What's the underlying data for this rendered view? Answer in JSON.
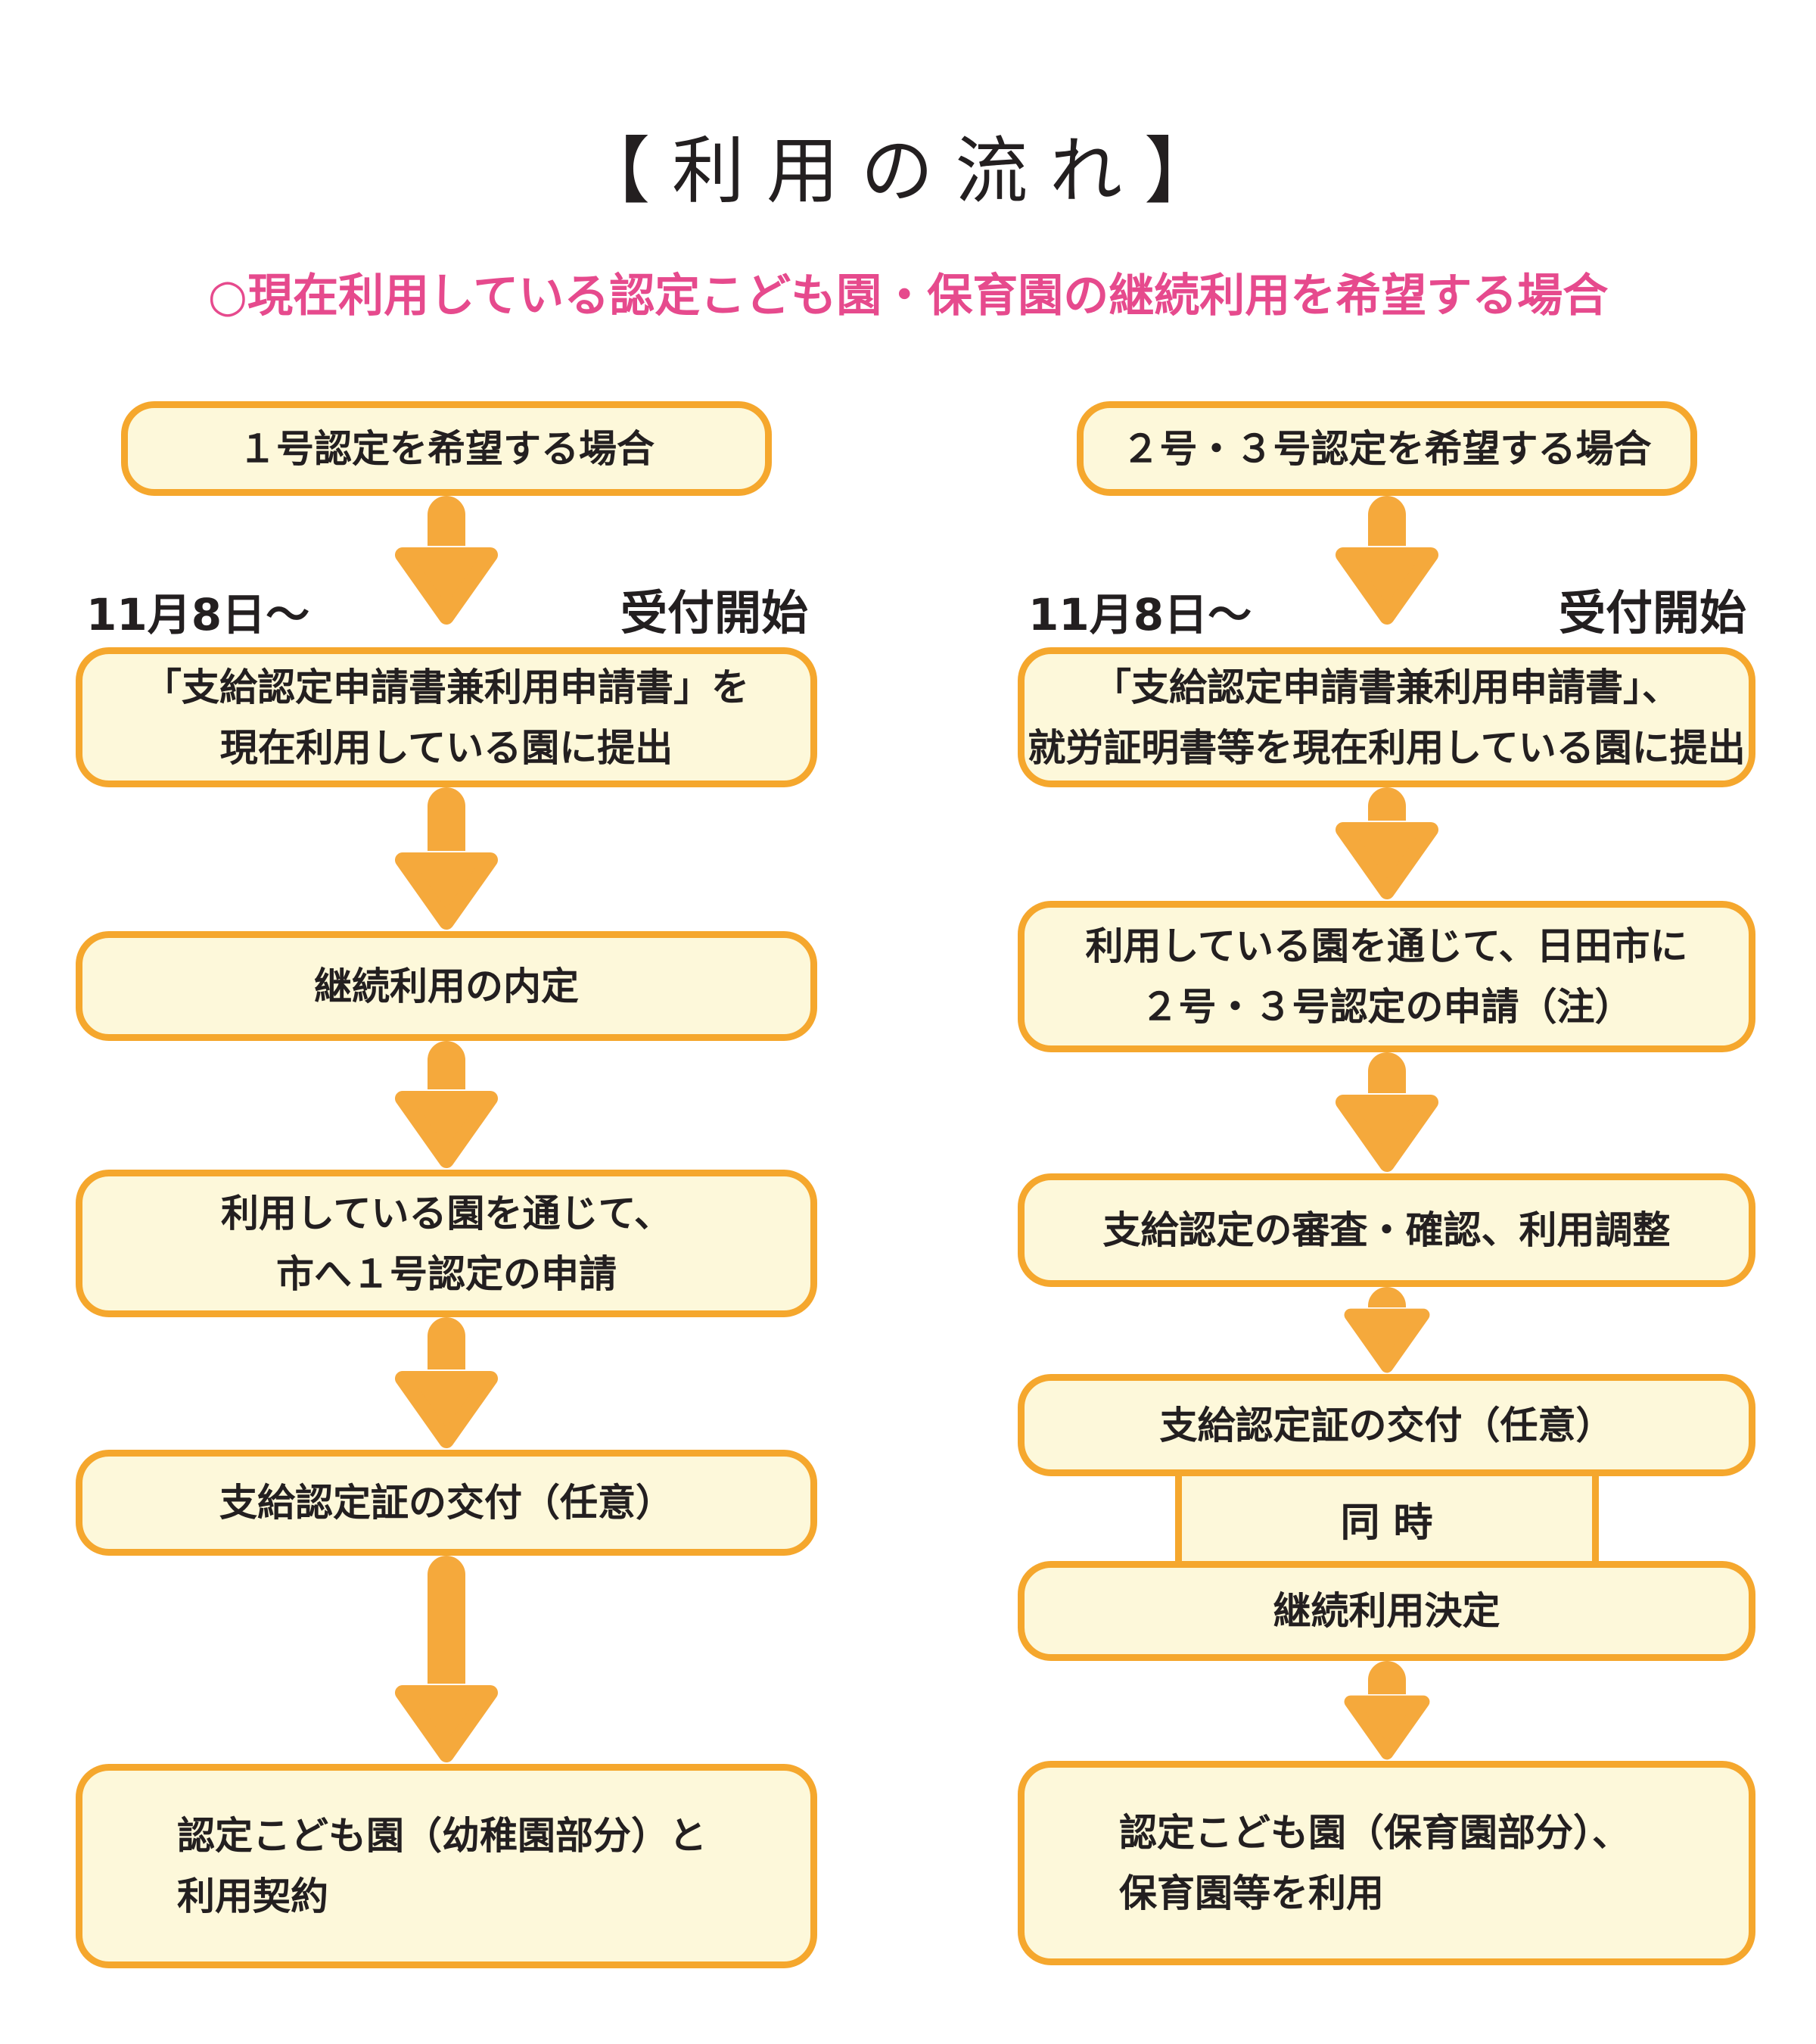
{
  "title": "【利用の流れ】",
  "subtitle": "○現在利用している認定こども園・保育園の継続利用を希望する場合",
  "colors": {
    "box_border_orange": "#f5a72d",
    "box_fill_yellow": "#fdf8da",
    "arrow_orange": "#f5a93c",
    "subtitle_pink": "#e64a8d",
    "text_black": "#231f20"
  },
  "left": {
    "start_box": "１号認定を希望する場合",
    "date": "11月8日～",
    "accept": "受付開始",
    "box2_line1": "「支給認定申請書兼利用申請書」を",
    "box2_line2": "現在利用している園に提出",
    "box3": "継続利用の内定",
    "box4_line1": "利用している園を通じて、",
    "box4_line2": "市へ１号認定の申請",
    "box5": "支給認定証の交付（任意）",
    "box6_line1": "認定こども園（幼稚園部分）と",
    "box6_line2": "利用契約"
  },
  "right": {
    "start_box": "２号・３号認定を希望する場合",
    "date": "11月8日～",
    "accept": "受付開始",
    "box2_line1": "「支給認定申請書兼利用申請書」、",
    "box2_line2": "就労証明書等を現在利用している園に提出",
    "box3_line1": "利用している園を通じて、日田市に",
    "box3_line2": "２号・３号認定の申請（注）",
    "box4": "支給認定の審査・確認、利用調整",
    "box5": "支給認定証の交付（任意）",
    "simultaneous": "同 時",
    "box6": "継続利用決定",
    "box7_line1": "認定こども園（保育園部分）、",
    "box7_line2": "保育園等を利用"
  }
}
